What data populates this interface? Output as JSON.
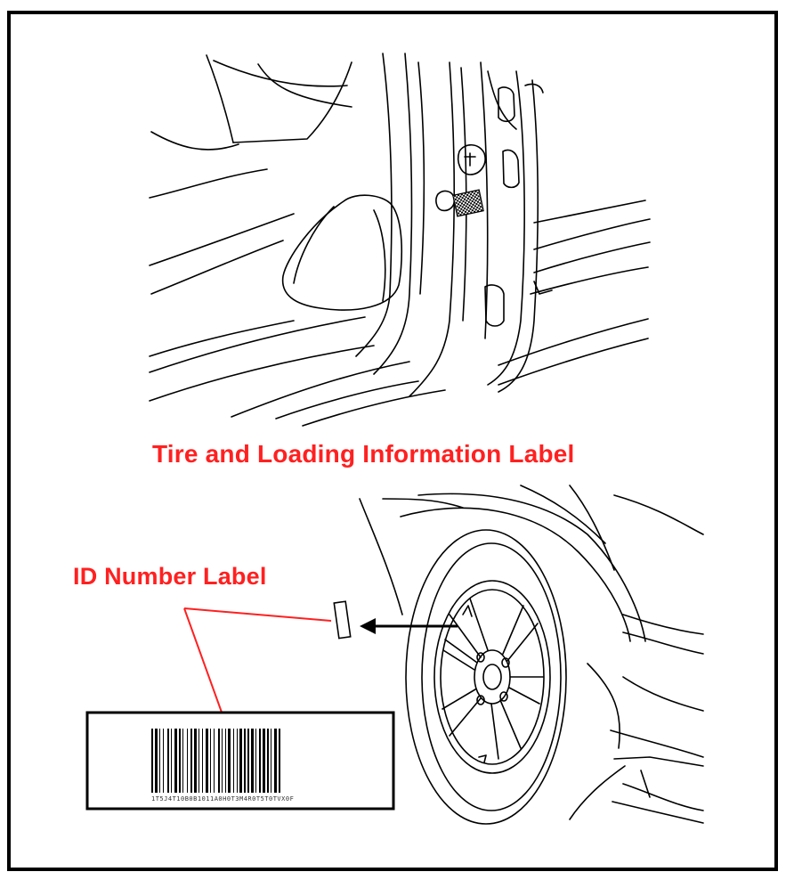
{
  "labels": {
    "tire_loading": "Tire and Loading Information Label",
    "id_number": "ID Number Label"
  },
  "barcode": {
    "printed_number": "1T5J4T10B0B1011A0H0T3M4R0T5T0TVX0F"
  },
  "colors": {
    "caption": "#ff2020",
    "line": "#000000",
    "callout": "#ff2020",
    "background": "#ffffff"
  },
  "icons": {
    "tire_label_sticker": "checkered-square",
    "id_label_sticker": "small-rectangle",
    "arrow": "left-arrow"
  }
}
